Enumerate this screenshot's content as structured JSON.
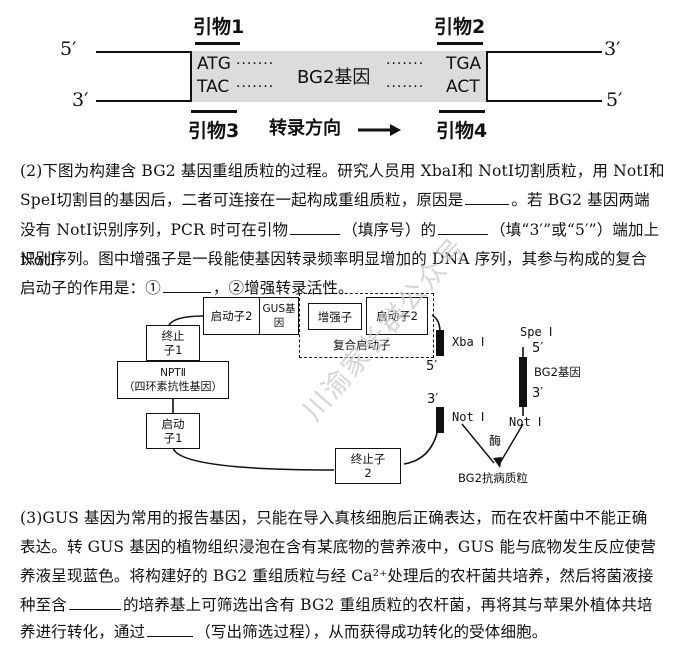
{
  "top_figure": {
    "primer1": "引物1",
    "primer2": "引物2",
    "primer3": "引物3",
    "primer4": "引物4",
    "strand_top_left": "5′",
    "strand_top_right": "3′",
    "strand_bottom_left": "3′",
    "strand_bottom_right": "5′",
    "seq_top_left": "ATG",
    "seq_bottom_left": "TAC",
    "seq_top_right": "TGA",
    "seq_bottom_right": "ACT",
    "gene_label": "BG2基因",
    "dots": "·······",
    "transcription_label": "转录方向"
  },
  "question2": {
    "line1": "(2)下图为构建含 BG2 基因重组质粒的过程。研究人员用 XbaI和 NotI切割质粒，用 NotI和",
    "line2_a": "SpeI切割目的基因后，二者可连接在一起构成重组质粒，原因是",
    "line2_b": "。若 BG2 基因两端",
    "line3_a": "没有 NotI识别序列，PCR 时可在引物",
    "line3_b": "（填序号）的",
    "line3_c": "（填“3′”或“5′”）端加上 NotI",
    "line4": "识别序列。图中增强子是一段能使基因转录频率明显增加的 DNA 序列，其参与构成的复合",
    "line5_a": "启动子的作用是：①",
    "line5_b": "，②增强转录活性。"
  },
  "plasmid_figure": {
    "promoter2_a": "启动子2",
    "gus_gene": "GUS基因",
    "enhancer": "增强子",
    "promoter2_b": "启动子2",
    "composite_promoter": "复合启动子",
    "terminator1": "终止子1",
    "npt": "NPTⅡ",
    "npt_desc": "（四环素抗性基因）",
    "promoter1": "启动子1",
    "terminator2": "终止子2",
    "xba": "Xba Ⅰ",
    "not_left": "Not Ⅰ",
    "spe": "Spe Ⅰ",
    "bg2_gene": "BG2基因",
    "not_right": "Not Ⅰ",
    "enzyme": "酶",
    "recombinant": "BG2抗病质粒",
    "end_5_left": "5′",
    "end_3_left": "3′",
    "end_5_right": "5′",
    "end_3_right": "3′"
  },
  "watermark": "川渝家长群公众号",
  "question3": {
    "line1": "(3)GUS 基因为常用的报告基因，只能在导入真核细胞后正确表达，而在农杆菌中不能正确",
    "line2": "表达。转 GUS 基因的植物组织浸泡在含有某底物的营养液中，GUS 能与底物发生反应使营",
    "line3": "养液呈现蓝色。将构建好的 BG2 重组质粒与经 Ca²⁺处理后的农杆菌共培养，然后将菌液接",
    "line4_a": "种至含",
    "line4_b": "的培养基上可筛选出含有 BG2 重组质粒的农杆菌，再将其与苹果外植体共培",
    "line5_a": "养进行转化，通过",
    "line5_b": "（写出筛选过程），从而获得成功转化的受体细胞。"
  }
}
